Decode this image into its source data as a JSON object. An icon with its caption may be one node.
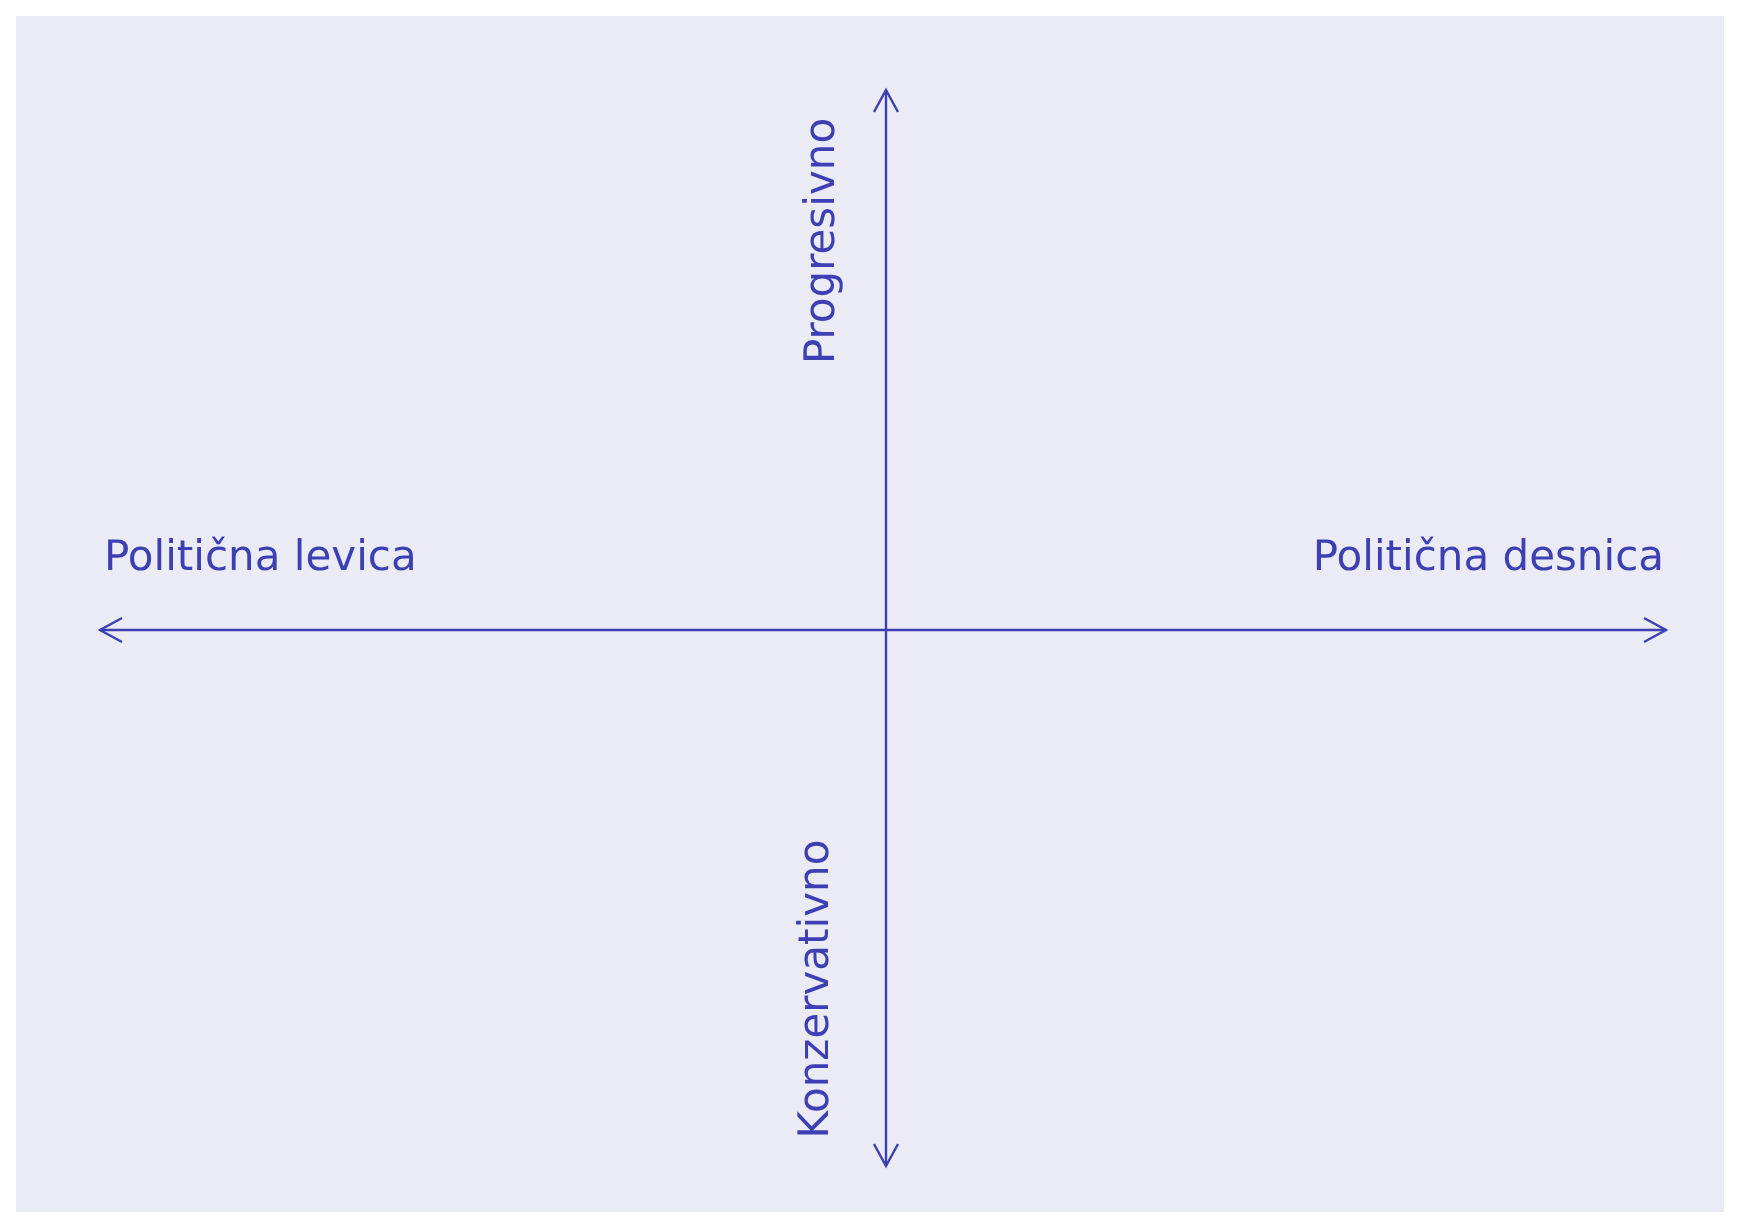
{
  "diagram": {
    "labels": [
      "Progresivno",
      "Politična levica",
      "Politična desnica",
      "Konzervativno"
    ]
  }
}
